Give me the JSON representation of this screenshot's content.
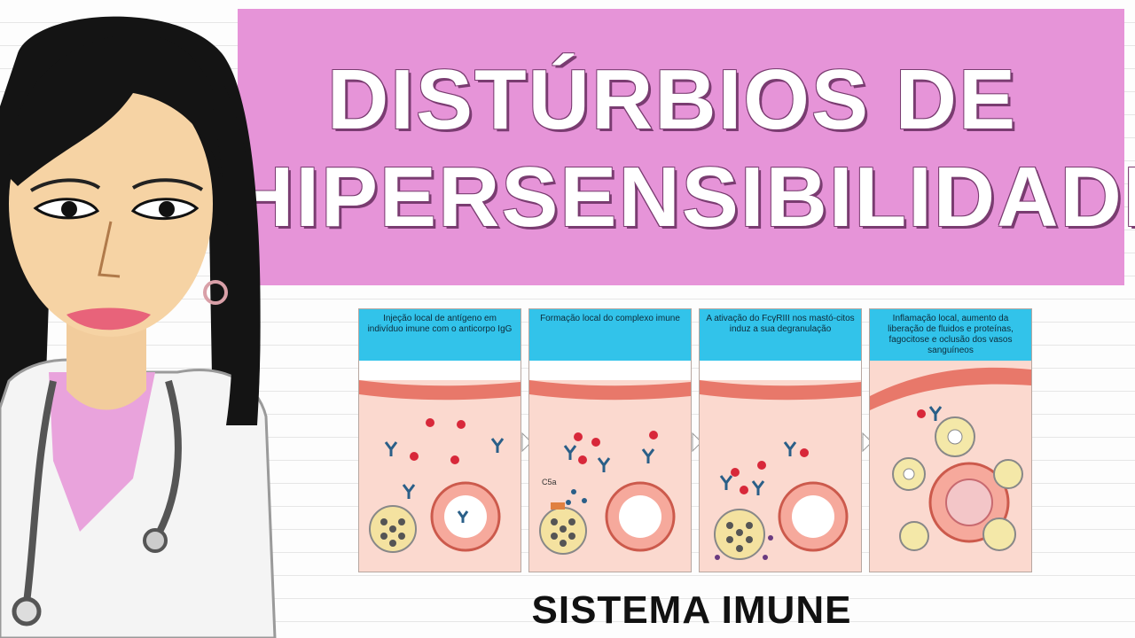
{
  "title": {
    "line1": "DISTÚRBIOS DE",
    "line2": "HIPERSENSIBILIDADE"
  },
  "footer": "SISTEMA IMUNE",
  "figure": {
    "panels": [
      {
        "caption": "Injeção local de antígeno em indivíduo imune com o anticorpo IgG"
      },
      {
        "caption": "Formação local do complexo imune",
        "label": "C5a"
      },
      {
        "caption": "A ativação do FcγRIII nos mastó-citos induz a sua degranulação"
      },
      {
        "caption": "Inflamação local, aumento da liberação de fluidos e proteínas, fagocitose e oclusão dos vasos sanguíneos"
      }
    ]
  },
  "colors": {
    "banner": "#e694d8",
    "caption_bg": "#32c3ea",
    "tissue": "#fbd9cf",
    "vessel": "#e8786a"
  }
}
